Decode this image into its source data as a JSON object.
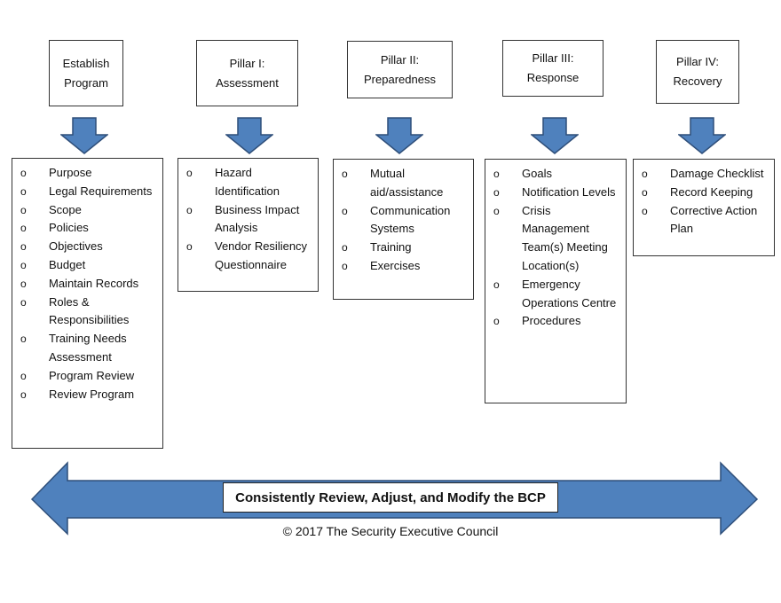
{
  "columns": [
    {
      "header": [
        "Establish",
        "Program"
      ],
      "items": [
        "Purpose",
        "Legal Requirements",
        "Scope",
        "Policies",
        "Objectives",
        "Budget",
        "Maintain Records",
        "Roles & Responsibilities",
        "Training Needs Assessment",
        "Program Review",
        "Review Program"
      ]
    },
    {
      "header": [
        "Pillar I:",
        "Assessment"
      ],
      "items": [
        "Hazard Identification",
        "Business Impact Analysis",
        "Vendor Resiliency Questionnaire"
      ]
    },
    {
      "header": [
        "Pillar II:",
        "Preparedness"
      ],
      "items": [
        "Mutual aid/assistance",
        "Communication Systems",
        "Training",
        "Exercises"
      ]
    },
    {
      "header": [
        "Pillar III:",
        "Response"
      ],
      "items": [
        "Goals",
        "Notification Levels",
        "Crisis Management Team(s) Meeting Location(s)",
        "Emergency Operations Centre",
        "Procedures"
      ]
    },
    {
      "header": [
        "Pillar IV:",
        "Recovery"
      ],
      "items": [
        "Damage Checklist",
        "Record Keeping",
        "Corrective Action Plan"
      ]
    }
  ],
  "banner": "Consistently Review, Adjust, and Modify the BCP",
  "copyright": "© 2017 The Security Executive Council",
  "colors": {
    "arrow_fill": "#4f81bd",
    "arrow_stroke": "#2f4f7a",
    "border": "#333333"
  }
}
